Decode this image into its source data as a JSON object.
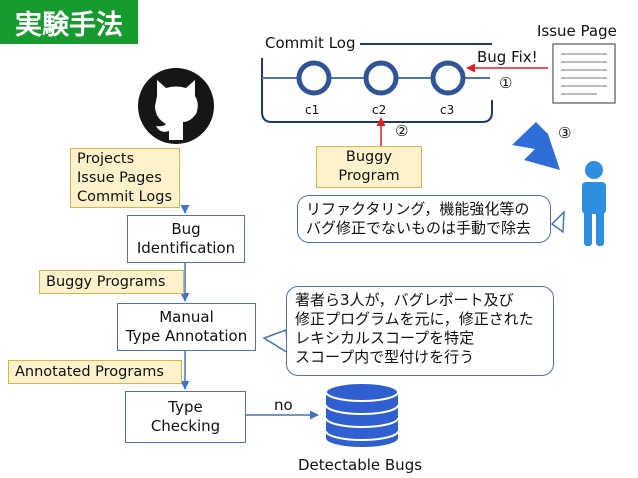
{
  "title": "実験手法",
  "commit_log": {
    "label": "Commit Log",
    "commits": [
      "c1",
      "c2",
      "c3"
    ]
  },
  "issue_page": {
    "label": "Issue Page"
  },
  "bug_fix_label": "Bug Fix!",
  "markers": {
    "one": "①",
    "two": "②",
    "three": "③"
  },
  "buggy_program": {
    "line1": "Buggy",
    "line2": "Program"
  },
  "sources": {
    "line1": "Projects",
    "line2": "Issue Pages",
    "line3": "Commit Logs"
  },
  "steps": {
    "bug_identification": {
      "line1": "Bug",
      "line2": "Identification"
    },
    "manual_annotation": {
      "line1": "Manual",
      "line2": "Type Annotation"
    },
    "type_checking": {
      "line1": "Type",
      "line2": "Checking"
    }
  },
  "artifacts": {
    "buggy_programs": "Buggy Programs",
    "annotated_programs": "Annotated Programs"
  },
  "no_label": "no",
  "detectable_bugs": "Detectable Bugs",
  "notes": {
    "refactoring": {
      "line1": "リファクタリング，機能強化等の",
      "line2": "バグ修正でないものは手動で除去"
    },
    "authors": {
      "line1": "著者ら3人が，バグレポート及び",
      "line2": "修正プログラムを元に，修正された",
      "line3": "レキシカルスコープを特定",
      "line4": "スコープ内で型付けを行う"
    }
  },
  "colors": {
    "accent": "#4472c4",
    "badge": "#169c2e",
    "tag_fill": "#fdf2cc",
    "arrow_red": "#e02020"
  }
}
